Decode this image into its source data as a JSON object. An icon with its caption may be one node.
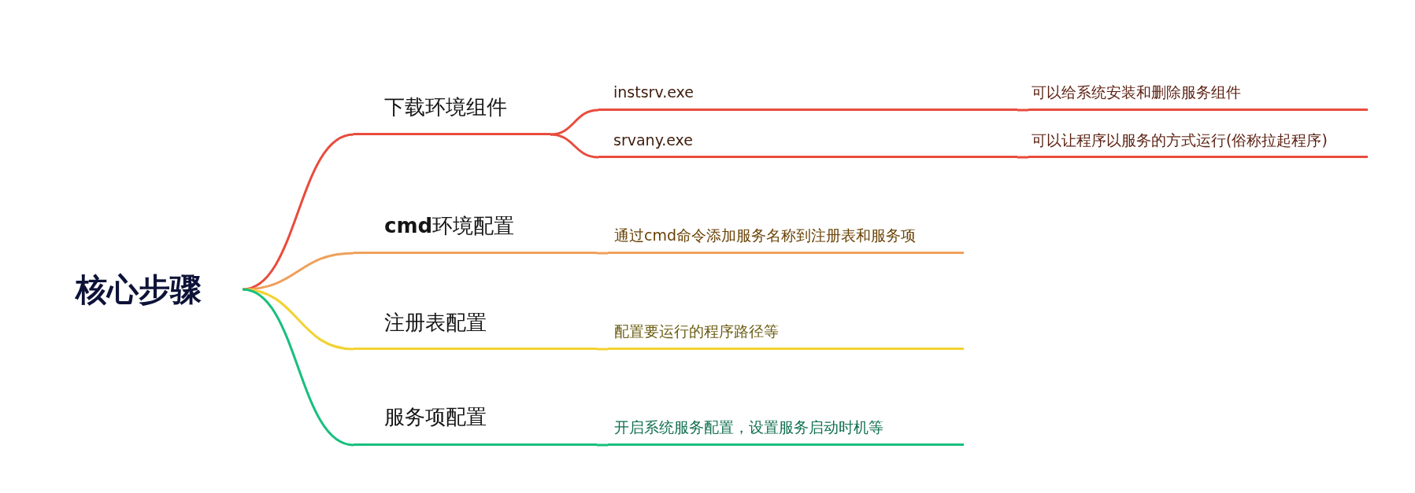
{
  "diagram": {
    "nodes": [
      {
        "text": [
          "核心步骤"
        ]
      },
      {
        "text": [
          "下载环境组件"
        ]
      },
      {
        "text": [
          "instsrv.exe"
        ]
      },
      {
        "text": [
          "可以给系统安装和删除服务组件"
        ]
      },
      {
        "text": [
          "srvany.exe"
        ]
      },
      {
        "text": [
          "可以让程序以服务的方式运行(俗称拉起程序)"
        ]
      },
      {
        "text": [
          "**cmd**环境配置"
        ]
      },
      {
        "text": [
          "通过cmd命令添加服务名称到注册表和服务项"
        ]
      },
      {
        "text": [
          "注册表配置"
        ]
      },
      {
        "text": [
          "配置要运行的程序路径等"
        ]
      },
      {
        "text": [
          "服务项配置"
        ]
      },
      {
        "text": [
          "开启系统服务配置，设置服务启动时机等"
        ]
      }
    ],
    "edges": [
      {
        "from": 0,
        "to": 1,
        "arrow": "none"
      },
      {
        "from": 1,
        "to": 2,
        "arrow": "none"
      },
      {
        "from": 2,
        "to": 3,
        "arrow": "none"
      },
      {
        "from": 1,
        "to": 4,
        "arrow": "none"
      },
      {
        "from": 4,
        "to": 5,
        "arrow": "none"
      },
      {
        "from": 0,
        "to": 6,
        "arrow": "none",
        "color": "#efa05a"
      },
      {
        "from": 6,
        "to": 7,
        "arrow": "none",
        "color": "#efa05a"
      },
      {
        "from": 0,
        "to": 8,
        "arrow": "none",
        "color": "#f2d232"
      },
      {
        "from": 8,
        "to": 9,
        "arrow": "none",
        "color": "#f2d232"
      },
      {
        "from": 0,
        "to": 10,
        "arrow": "none",
        "color": "#17bf7d"
      },
      {
        "from": 10,
        "to": 11,
        "arrow": "none",
        "color": "#17bf7d"
      }
    ]
  }
}
